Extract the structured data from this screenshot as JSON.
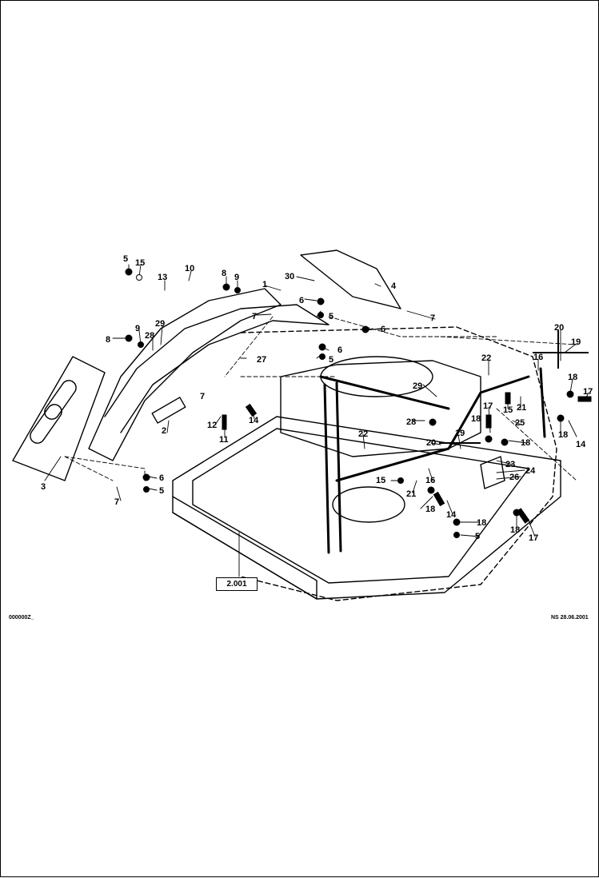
{
  "callouts": [
    "1",
    "2",
    "3",
    "4",
    "5",
    "6",
    "7",
    "8",
    "9",
    "10",
    "11",
    "12",
    "13",
    "14",
    "15",
    "16",
    "17",
    "18",
    "19",
    "20",
    "21",
    "22",
    "23",
    "24",
    "25",
    "26",
    "27",
    "28",
    "29",
    "30"
  ],
  "reference_box": "2.001",
  "footer_left": "000000Z_",
  "footer_right": "NS 28.06.2001"
}
